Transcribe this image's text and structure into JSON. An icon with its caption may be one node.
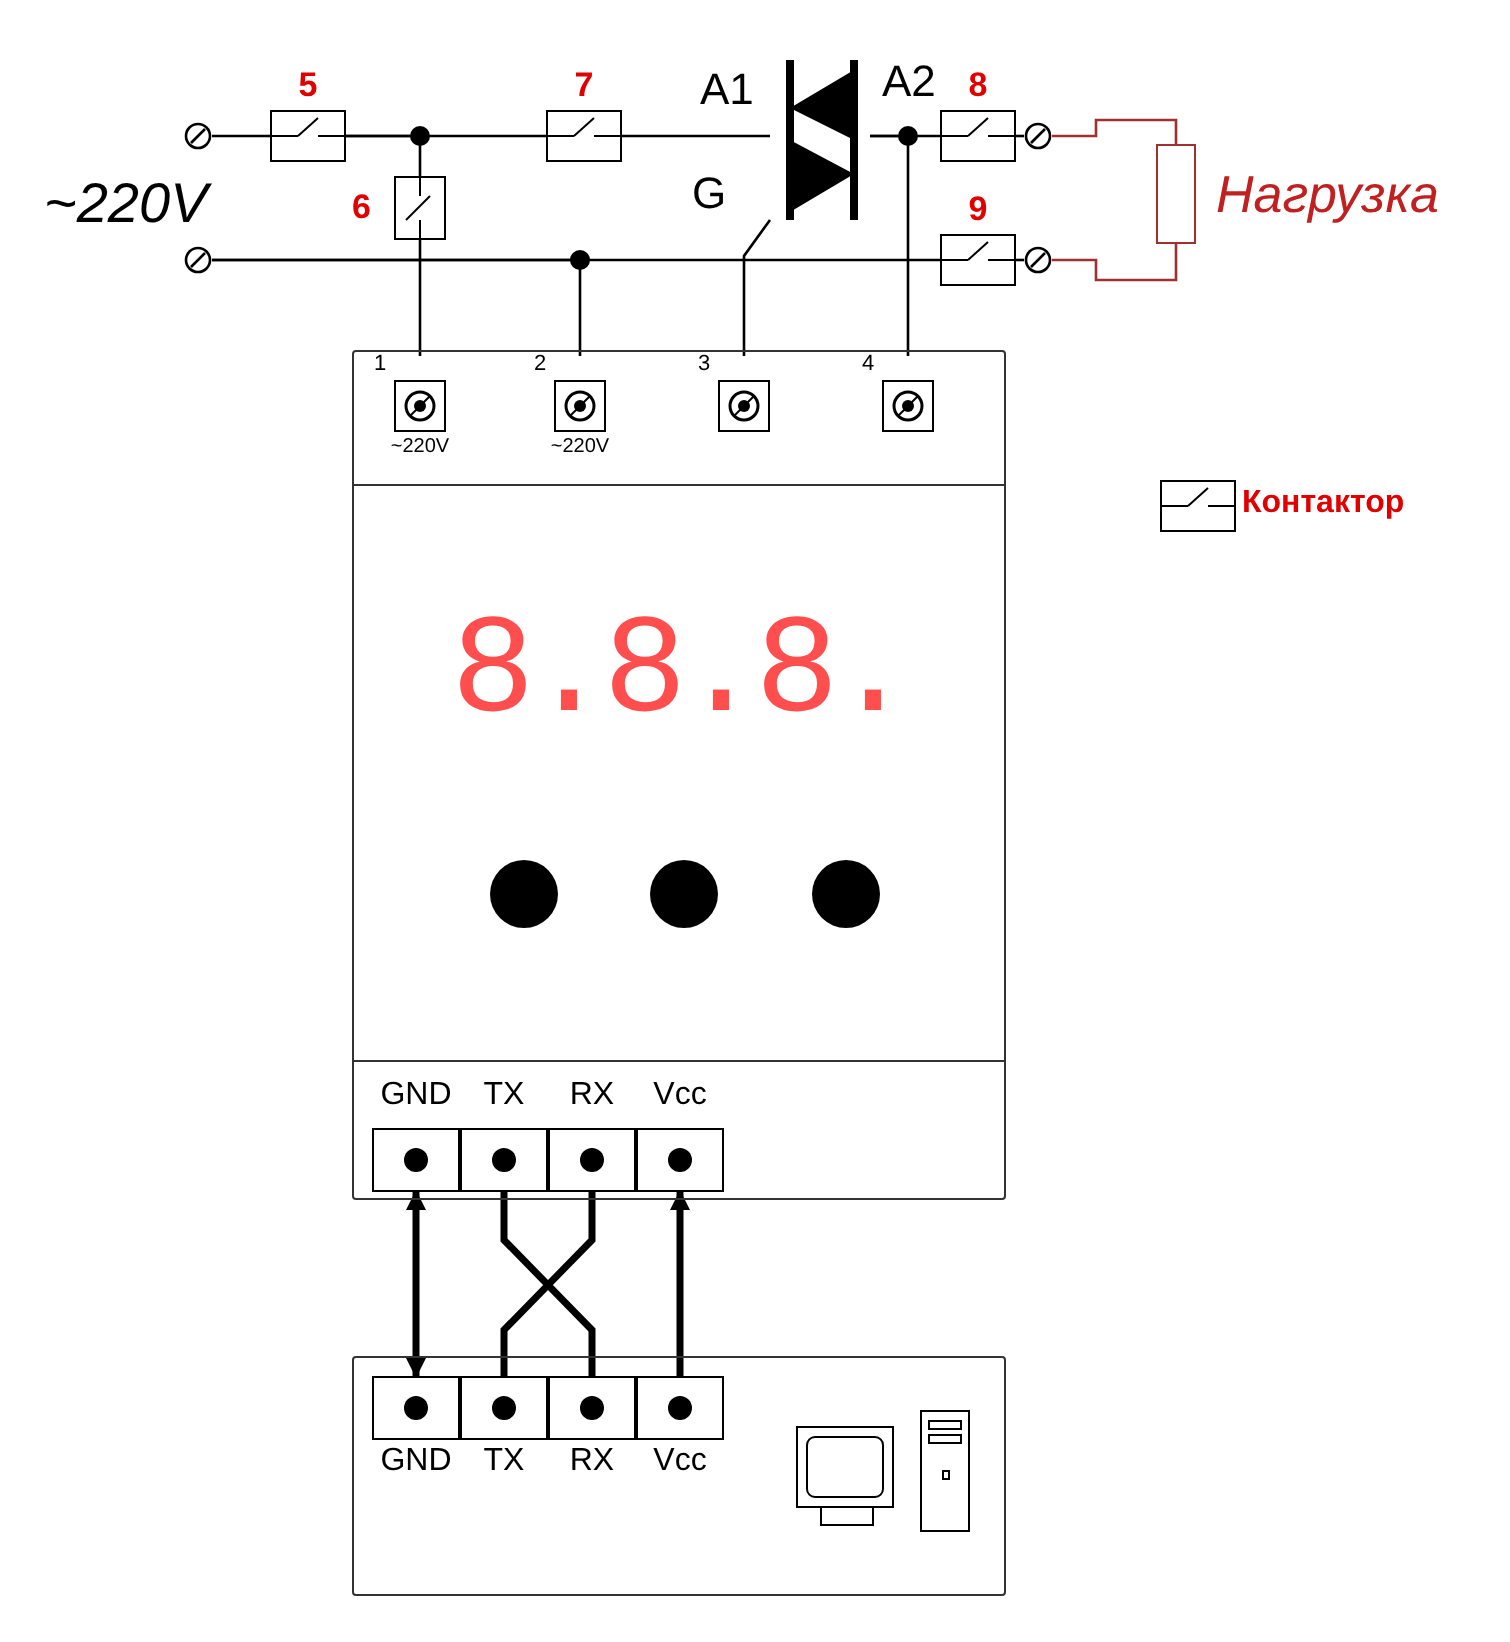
{
  "diagram": {
    "nodes": [
      {
        "text": [],
        "shape": "circle"
      },
      {
        "text": [],
        "shape": "circle"
      },
      {
        "text": [
          "5"
        ]
      },
      {
        "text": [
          "6"
        ]
      },
      {
        "text": [
          "7"
        ]
      },
      {
        "text": [],
        "shape": "picture"
      },
      {
        "text": [
          "8"
        ]
      },
      {
        "text": [
          "9"
        ]
      },
      {
        "text": [],
        "shape": "circle"
      },
      {
        "text": [],
        "shape": "circle"
      },
      {
        "text": [
          "Нагрузка"
        ]
      },
      {
        "text": [],
        "shape": "box"
      },
      {
        "text": [
          "1",
          "~220V"
        ],
        "in": 11
      },
      {
        "text": [
          "2",
          "~220V"
        ],
        "in": 11
      },
      {
        "text": [
          "3"
        ],
        "in": 11
      },
      {
        "text": [
          "4"
        ],
        "in": 11
      },
      {
        "text": [
          "8.8.8."
        ],
        "in": 11
      },
      {
        "text": [],
        "shape": "circle",
        "in": 11
      },
      {
        "text": [],
        "shape": "circle",
        "in": 11
      },
      {
        "text": [],
        "shape": "circle",
        "in": 11
      },
      {
        "text": [
          "GND"
        ],
        "in": 11
      },
      {
        "text": [
          "TX"
        ],
        "in": 11
      },
      {
        "text": [
          "RX"
        ],
        "in": 11
      },
      {
        "text": [
          "Vcc"
        ],
        "in": 11
      },
      {
        "text": [],
        "shape": "box"
      },
      {
        "text": [
          "GND"
        ],
        "in": 24
      },
      {
        "text": [
          "TX"
        ],
        "in": 24
      },
      {
        "text": [
          "RX"
        ],
        "in": 24
      },
      {
        "text": [
          "Vcc"
        ],
        "in": 24
      },
      {
        "text": [],
        "shape": "picture",
        "in": 24
      }
    ],
    "edges": [
      {
        "from": 0,
        "to": 2,
        "arrow": "none"
      },
      {
        "from": 2,
        "to": 4,
        "arrow": "none"
      },
      {
        "from": 2,
        "to": 3,
        "arrow": "none"
      },
      {
        "from": 4,
        "to": 5,
        "arrow": "none"
      },
      {
        "from": 3,
        "to": 12,
        "arrow": "none"
      },
      {
        "from": 1,
        "to": 7,
        "arrow": "none"
      },
      {
        "from": 1,
        "to": 13,
        "arrow": "none"
      },
      {
        "from": 5,
        "to": 6,
        "arrow": "none"
      },
      {
        "from": 5,
        "to": 15,
        "arrow": "none"
      },
      {
        "from": 5,
        "to": 14,
        "arrow": "none"
      },
      {
        "from": 6,
        "to": 8,
        "arrow": "none"
      },
      {
        "from": 7,
        "to": 9,
        "arrow": "none"
      },
      {
        "from": 8,
        "to": 10,
        "arrow": "none",
        "color": "#a03030"
      },
      {
        "from": 9,
        "to": 10,
        "arrow": "none",
        "color": "#a03030"
      },
      {
        "from": 20,
        "to": 25,
        "arrow": "both",
        "style": "thick"
      },
      {
        "from": 21,
        "to": 27,
        "arrow": "none",
        "style": "thick"
      },
      {
        "from": 22,
        "to": 26,
        "arrow": "none",
        "style": "thick"
      },
      {
        "from": 28,
        "to": 23,
        "arrow": "to",
        "style": "thick"
      }
    ],
    "labels": [
      "~220V",
      "A1",
      "A2",
      "G"
    ],
    "legend": [
      {
        "text": "Контактор"
      }
    ]
  }
}
